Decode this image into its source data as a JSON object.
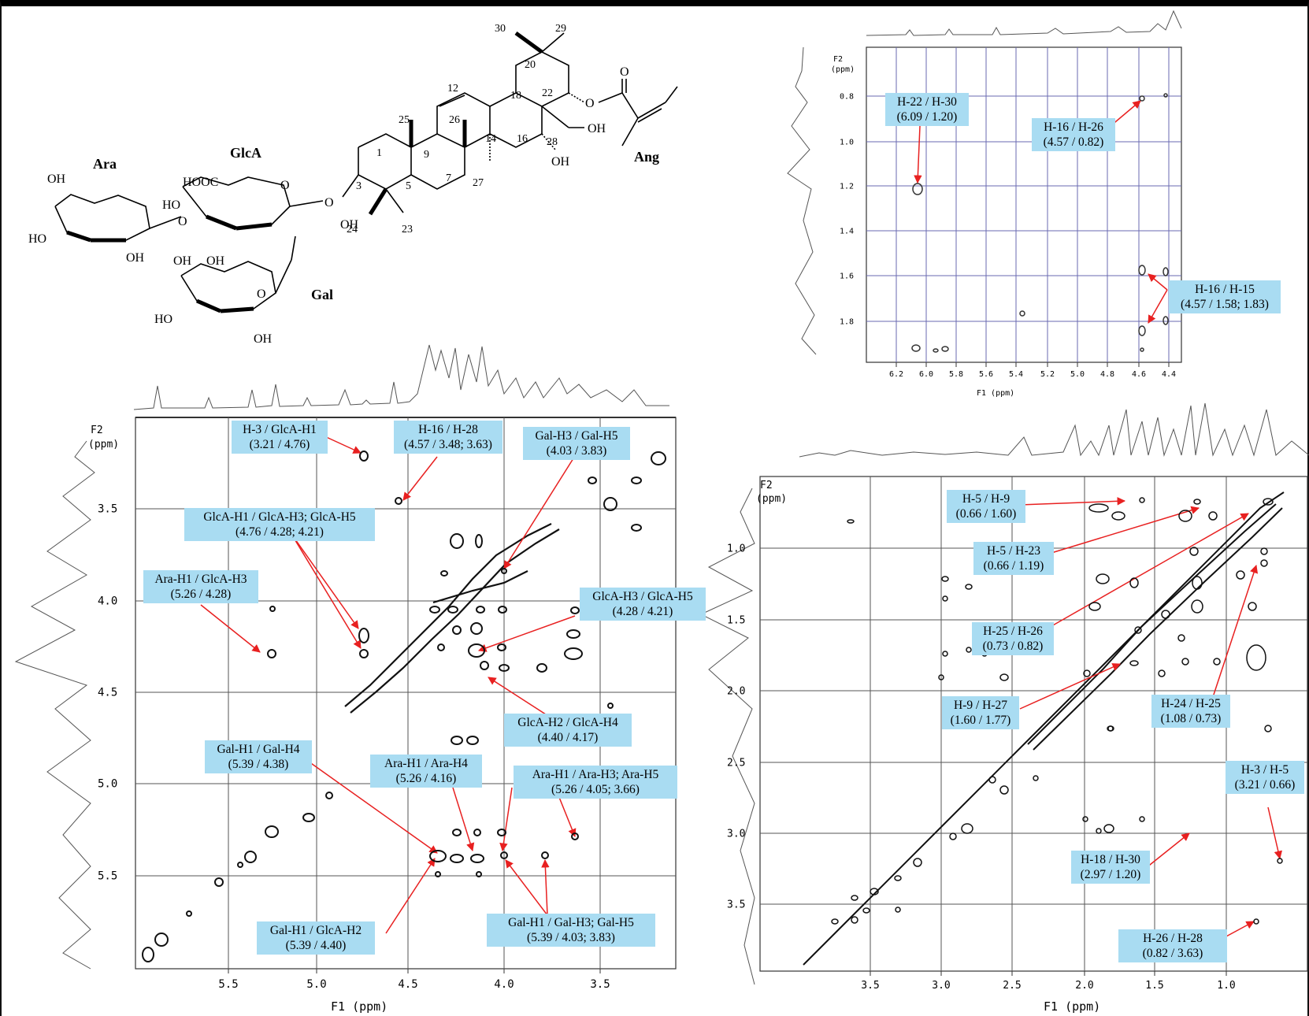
{
  "structure": {
    "residue_labels": {
      "ara": "Ara",
      "glca": "GlcA",
      "gal": "Gal",
      "ang": "Ang"
    },
    "groups": [
      "OH",
      "HO",
      "OH",
      "HOOC",
      "HO",
      "OH",
      "OH",
      "HO",
      "OH",
      "OH",
      "O",
      "O",
      "O",
      "O",
      "OH",
      "OH",
      "O",
      "O"
    ],
    "numbers": [
      "30",
      "29",
      "20",
      "22",
      "12",
      "18",
      "25",
      "26",
      "14",
      "16",
      "28",
      "1",
      "9",
      "7",
      "3",
      "5",
      "27",
      "24",
      "23"
    ]
  },
  "panels": [
    {
      "id": "tl",
      "x_ticks": [
        "5.5",
        "5.0",
        "4.5",
        "4.0",
        "3.5"
      ],
      "y_ticks": [
        "3.5",
        "4.0",
        "4.5",
        "5.0",
        "5.5"
      ],
      "xlabel": "F1 (ppm)",
      "ylabel_1": "F2",
      "ylabel_2": "(ppm)"
    },
    {
      "id": "tr",
      "x_ticks": [
        "6.2",
        "6.0",
        "5.8",
        "5.6",
        "5.4",
        "5.2",
        "5.0",
        "4.8",
        "4.6",
        "4.4"
      ],
      "y_ticks": [
        "0.8",
        "1.0",
        "1.2",
        "1.4",
        "1.6",
        "1.8"
      ],
      "xlabel": "F1 (ppm)",
      "ylabel_1": "F2",
      "ylabel_2": "(ppm)"
    },
    {
      "id": "br",
      "x_ticks": [
        "3.5",
        "3.0",
        "2.5",
        "2.0",
        "1.5",
        "1.0"
      ],
      "y_ticks": [
        "1.0",
        "1.5",
        "2.0",
        "2.5",
        "3.0",
        "3.5"
      ],
      "xlabel": "F1 (ppm)",
      "ylabel_1": "F2",
      "ylabel_2": "(ppm)"
    }
  ],
  "correlations": [
    {
      "l1": "H-3 / GlcA-H1",
      "l2": "(3.21 / 4.76)"
    },
    {
      "l1": "H-16 / H-28",
      "l2": "(4.57 / 3.48; 3.63)"
    },
    {
      "l1": "Gal-H3 / Gal-H5",
      "l2": "(4.03 / 3.83)"
    },
    {
      "l1": "GlcA-H1 / GlcA-H3; GlcA-H5",
      "l2": "(4.76 / 4.28; 4.21)"
    },
    {
      "l1": "Ara-H1 / GlcA-H3",
      "l2": "(5.26 / 4.28)"
    },
    {
      "l1": "GlcA-H3 / GlcA-H5",
      "l2": "(4.28 / 4.21)"
    },
    {
      "l1": "GlcA-H2 / GlcA-H4",
      "l2": "(4.40 / 4.17)"
    },
    {
      "l1": "Gal-H1 / Gal-H4",
      "l2": "(5.39 / 4.38)"
    },
    {
      "l1": "Ara-H1 / Ara-H4",
      "l2": "(5.26 / 4.16)"
    },
    {
      "l1": "Ara-H1 / Ara-H3; Ara-H5",
      "l2": "(5.26 / 4.05; 3.66)"
    },
    {
      "l1": "Gal-H1 / GlcA-H2",
      "l2": "(5.39 / 4.40)"
    },
    {
      "l1": "Gal-H1 / Gal-H3; Gal-H5",
      "l2": "(5.39 / 4.03; 3.83)"
    },
    {
      "l1": "H-22 / H-30",
      "l2": "(6.09 / 1.20)"
    },
    {
      "l1": "H-16 / H-26",
      "l2": "(4.57 / 0.82)"
    },
    {
      "l1": "H-16 / H-15",
      "l2": "(4.57 / 1.58; 1.83)"
    },
    {
      "l1": "H-5 / H-9",
      "l2": "(0.66 / 1.60)"
    },
    {
      "l1": "H-5 / H-23",
      "l2": "(0.66 / 1.19)"
    },
    {
      "l1": "H-25 / H-26",
      "l2": "(0.73 / 0.82)"
    },
    {
      "l1": "H-9 / H-27",
      "l2": "(1.60 / 1.77)"
    },
    {
      "l1": "H-24 / H-25",
      "l2": "(1.08 / 0.73)"
    },
    {
      "l1": "H-3 / H-5",
      "l2": "(3.21 / 0.66)"
    },
    {
      "l1": "H-18 / H-30",
      "l2": "(2.97 / 1.20)"
    },
    {
      "l1": "H-26 / H-28",
      "l2": "(0.82 / 3.63)"
    }
  ],
  "colors": {
    "label_bg": "#a9dcf2",
    "arrow": "#e82020",
    "ink": "#000000",
    "grid": "#555555",
    "grid_tr": "#6a6ab0"
  }
}
